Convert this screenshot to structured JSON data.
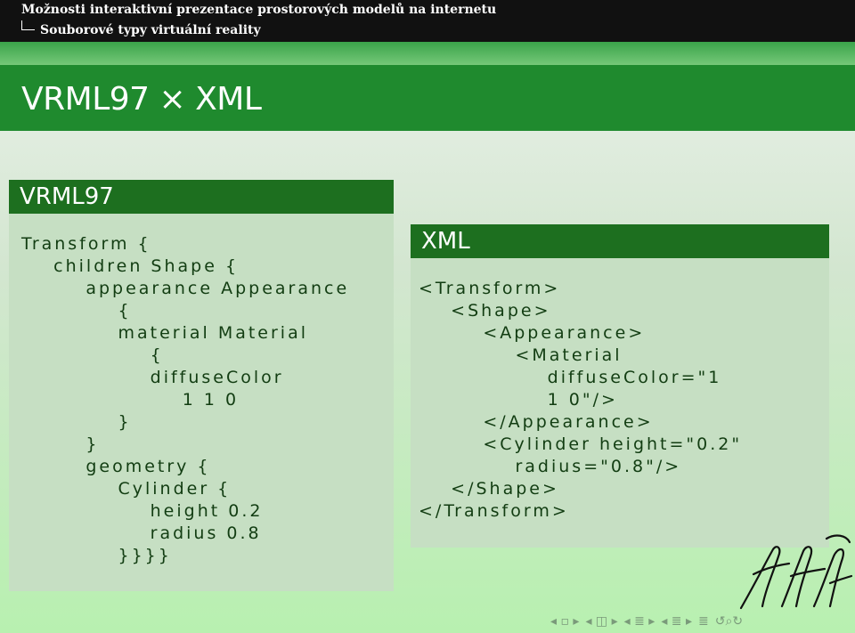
{
  "header": {
    "section_title": "Možnosti interaktivní prezentace prostorových modelů na internetu",
    "subsection_title": "Souborové typy virtuální reality"
  },
  "slide": {
    "title": "VRML97 × XML"
  },
  "vrml_block": {
    "title": "VRML97",
    "lines": [
      "Transform {",
      "    children Shape {",
      "        appearance Appearance",
      "            {",
      "            material Material",
      "                {",
      "                diffuseColor",
      "                    1 1 0",
      "            }",
      "        }",
      "        geometry {",
      "            Cylinder {",
      "                height 0.2",
      "                radius 0.8",
      "            }}}}"
    ]
  },
  "xml_block": {
    "title": "XML",
    "lines": [
      "<Transform>",
      "    <Shape>",
      "        <Appearance>",
      "            <Material",
      "                diffuseColor=\"1",
      "                1 0\"/>",
      "        </Appearance>",
      "        <Cylinder height=\"0.2\"",
      "            radius=\"0.8\"/>",
      "    </Shape>",
      "</Transform>"
    ]
  },
  "navigation": {
    "icons": [
      "nav-prev-frame-icon",
      "nav-slide-icon",
      "nav-next-frame-icon",
      "nav-subsection-icon",
      "nav-section-icon",
      "nav-align-icon",
      "nav-search-icon"
    ]
  },
  "colors": {
    "title_bar": "#1f8a2e",
    "block_header": "#1d6f1f",
    "block_body": "#c6dfc3",
    "top_bar": "#111111"
  }
}
